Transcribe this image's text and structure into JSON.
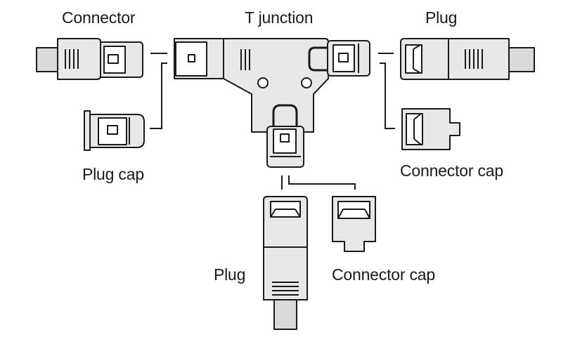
{
  "labels": {
    "connector": "Connector",
    "t_junction": "T junction",
    "plug_right": "Plug",
    "plug_cap": "Plug cap",
    "connector_cap_right": "Connector cap",
    "plug_bottom": "Plug",
    "connector_cap_bottom": "Connector cap"
  },
  "colors": {
    "body_fill": "#e8e8e8",
    "outline": "#1a1a1a",
    "cable_fill": "#d9d9d9",
    "line": "#1a1a1a"
  }
}
